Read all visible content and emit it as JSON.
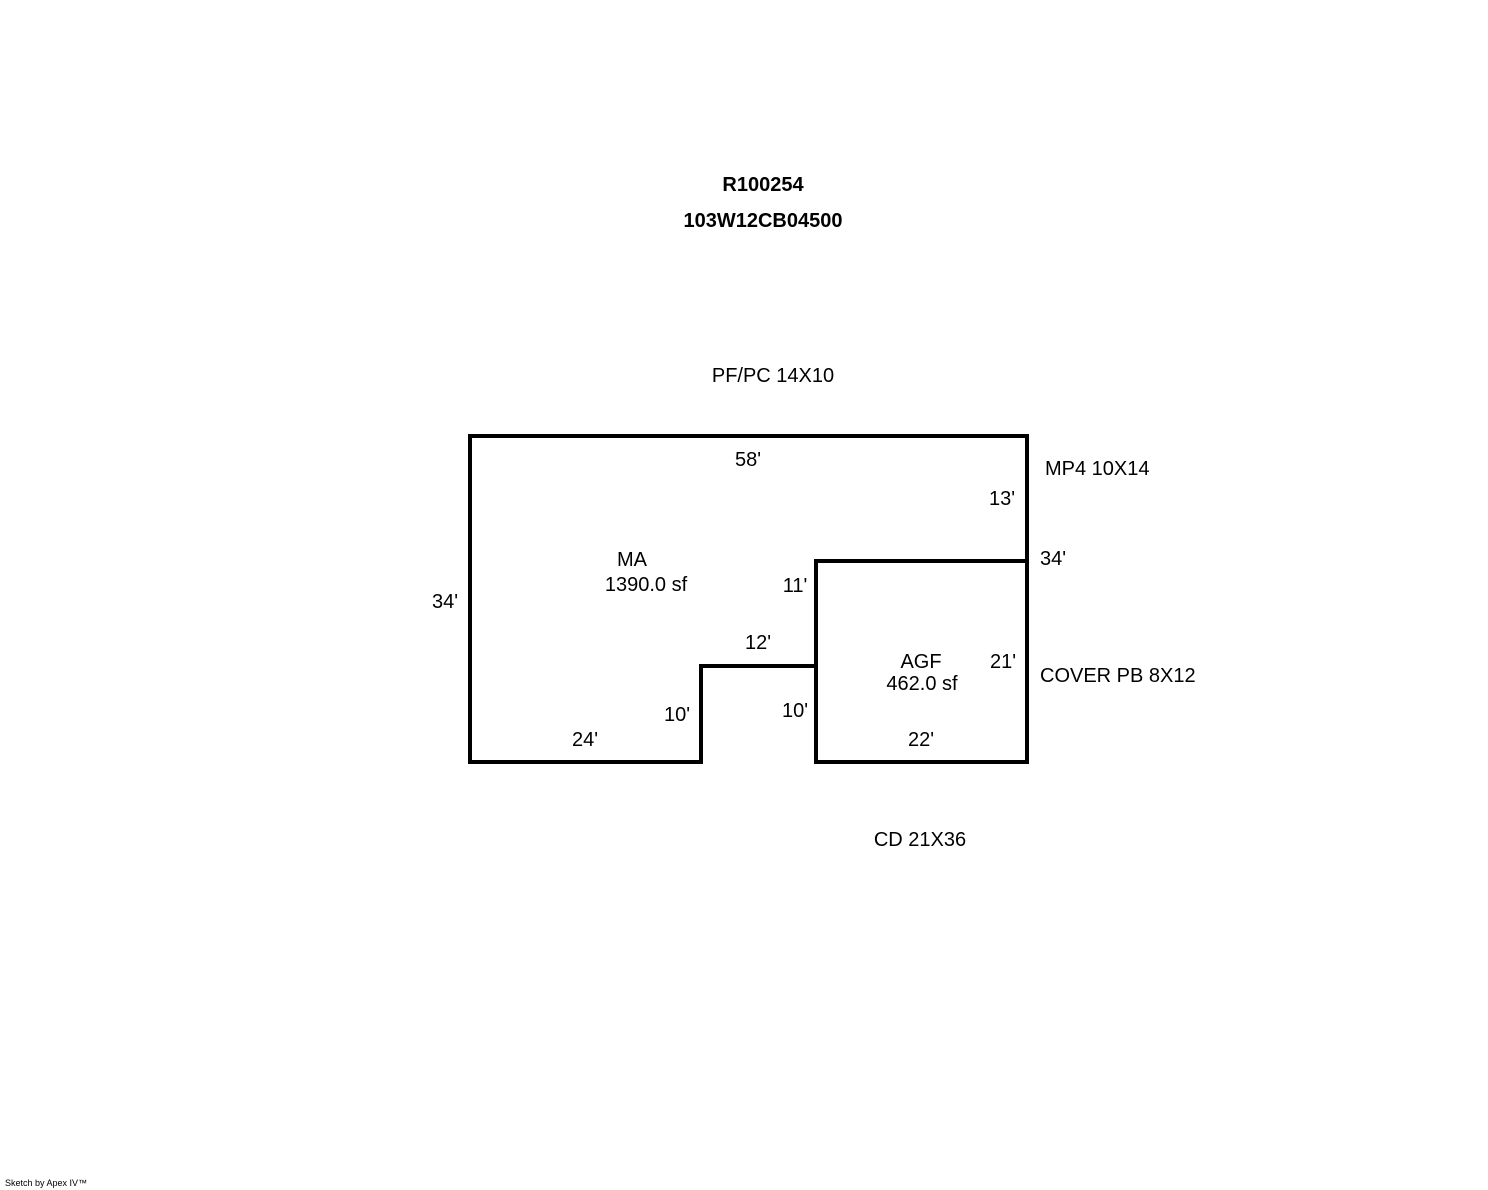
{
  "header": {
    "account_id": "R100254",
    "parcel_id": "103W12CB04500"
  },
  "exterior_labels": {
    "top": "PF/PC 14X10",
    "right_upper": "MP4 10X14",
    "right_lower": "COVER PB 8X12",
    "bottom": "CD 21X36"
  },
  "areas": {
    "main": {
      "code": "MA",
      "size": "1390.0 sf"
    },
    "garage": {
      "code": "AGF",
      "size": "462.0 sf"
    }
  },
  "dimensions": {
    "top": "58'",
    "left": "34'",
    "right_upper": "13'",
    "right_total": "34'",
    "notch_left": "11'",
    "notch_top": "12'",
    "step_right": "10'",
    "step_left": "10'",
    "bottom_left": "24'",
    "garage_right": "21'",
    "garage_bottom": "22'"
  },
  "footer": {
    "credit": "Sketch by Apex IV™"
  }
}
